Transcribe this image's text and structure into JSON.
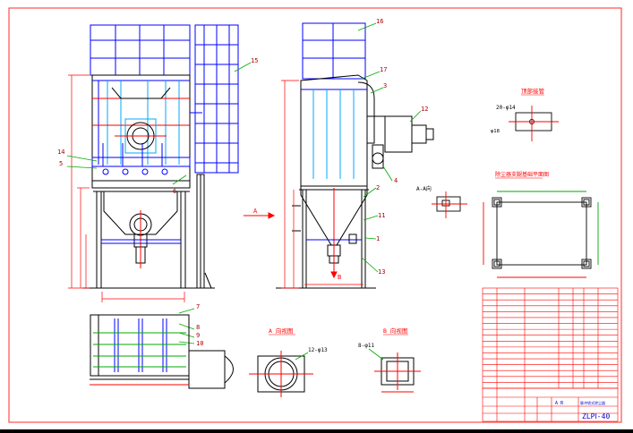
{
  "drawing": {
    "number": "ZLPⅠ-40",
    "colors": {
      "outline": "#000000",
      "structure": "#0000ff",
      "highlight": "#00aaff",
      "dimension": "#ff0000",
      "centerline": "#00aa00",
      "leader": "#00aa00",
      "label": "#ff0000",
      "tag": "#aa0000",
      "frame": "#ff0000"
    },
    "callouts": [
      "14",
      "5",
      "6",
      "15",
      "7",
      "8",
      "9",
      "10",
      "16",
      "17",
      "3",
      "12",
      "4",
      "2",
      "11",
      "1",
      "13"
    ],
    "view_labels": {
      "arrow_a": "A",
      "arrow_b": "B",
      "view_a": "A 向视图",
      "view_b": "B 向视图",
      "hole_a": "12-φ13",
      "hole_b": "8-φ11",
      "detail_top": "顶部接管",
      "detail_top_dim": "20-φ14",
      "detail_top_sub": "φ18",
      "anchor_title": "除尘器支腿基础平面图",
      "section_a": "A-A向"
    },
    "title_block": {
      "center_mark": "A B",
      "name": "脉冲袋式除尘器",
      "code": "ZLPⅠ-40"
    },
    "bom_rows": 17
  }
}
